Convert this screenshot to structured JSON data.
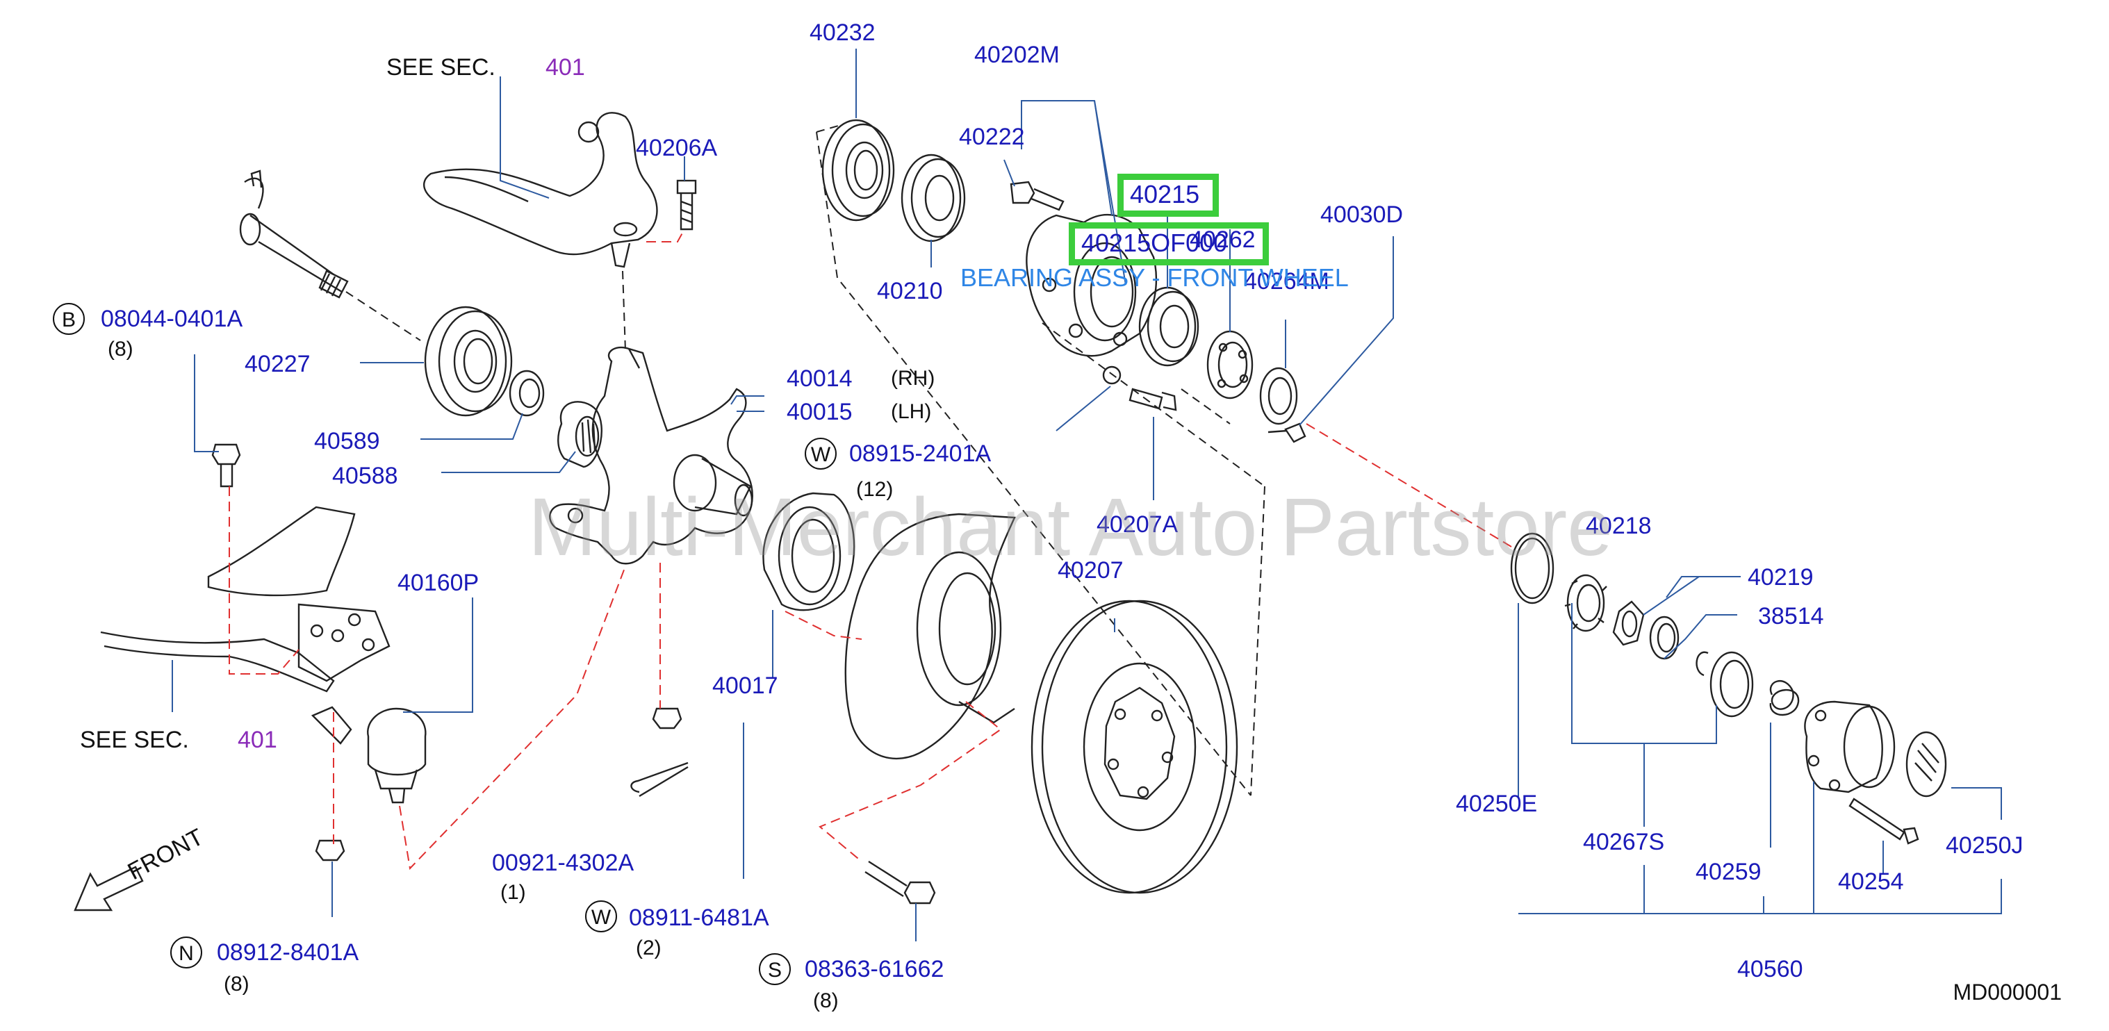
{
  "diagram": {
    "sheet_code": "MD000001",
    "watermark": "Multi-Merchant Auto Partstore",
    "see_section": {
      "text": "SEE  SEC.",
      "number": "401"
    },
    "direction_label": "FRONT",
    "colors": {
      "part_number": "#1a1ab8",
      "section_number": "#8a2bb8",
      "highlight": "#3ccd3c",
      "description": "#2f86e6",
      "leader_line": "#2d5aa0",
      "centerline": "#e03030"
    },
    "highlight": {
      "boxed_number": "40215",
      "boxed_overlay": "40215OF000",
      "overlapped_numbers": [
        "40262",
        "40264M"
      ],
      "description": "BEARING ASSY - FRONT WHEEL"
    },
    "parts": [
      {
        "id": "40232",
        "label": "40232"
      },
      {
        "id": "40202M",
        "label": "40202M"
      },
      {
        "id": "40222",
        "label": "40222"
      },
      {
        "id": "40206A",
        "label": "40206A"
      },
      {
        "id": "40210",
        "label": "40210"
      },
      {
        "id": "40030D",
        "label": "40030D"
      },
      {
        "id": "08044-0401A",
        "label": "08044-0401A",
        "prefix": "B",
        "qty": "(8)"
      },
      {
        "id": "40227",
        "label": "40227"
      },
      {
        "id": "40014",
        "label": "40014",
        "side": "(RH)"
      },
      {
        "id": "40015",
        "label": "40015",
        "side": "(LH)"
      },
      {
        "id": "40589",
        "label": "40589"
      },
      {
        "id": "40588",
        "label": "40588"
      },
      {
        "id": "08915-2401A",
        "label": "08915-2401A",
        "prefix": "W",
        "qty": "(12)"
      },
      {
        "id": "40207A",
        "label": "40207A"
      },
      {
        "id": "40218",
        "label": "40218"
      },
      {
        "id": "40219",
        "label": "40219"
      },
      {
        "id": "38514",
        "label": "38514"
      },
      {
        "id": "40160P",
        "label": "40160P"
      },
      {
        "id": "40207",
        "label": "40207"
      },
      {
        "id": "40017",
        "label": "40017"
      },
      {
        "id": "40250E",
        "label": "40250E"
      },
      {
        "id": "40267S",
        "label": "40267S"
      },
      {
        "id": "40259",
        "label": "40259"
      },
      {
        "id": "40250J",
        "label": "40250J"
      },
      {
        "id": "40254",
        "label": "40254"
      },
      {
        "id": "40560",
        "label": "40560"
      },
      {
        "id": "00921-4302A",
        "label": "00921-4302A",
        "qty": "(1)"
      },
      {
        "id": "08911-6481A",
        "label": "08911-6481A",
        "prefix": "W",
        "qty": "(2)"
      },
      {
        "id": "08912-8401A",
        "label": "08912-8401A",
        "prefix": "N",
        "qty": "(8)"
      },
      {
        "id": "08363-61662",
        "label": "08363-61662",
        "prefix": "S",
        "qty": "(8)"
      }
    ]
  }
}
